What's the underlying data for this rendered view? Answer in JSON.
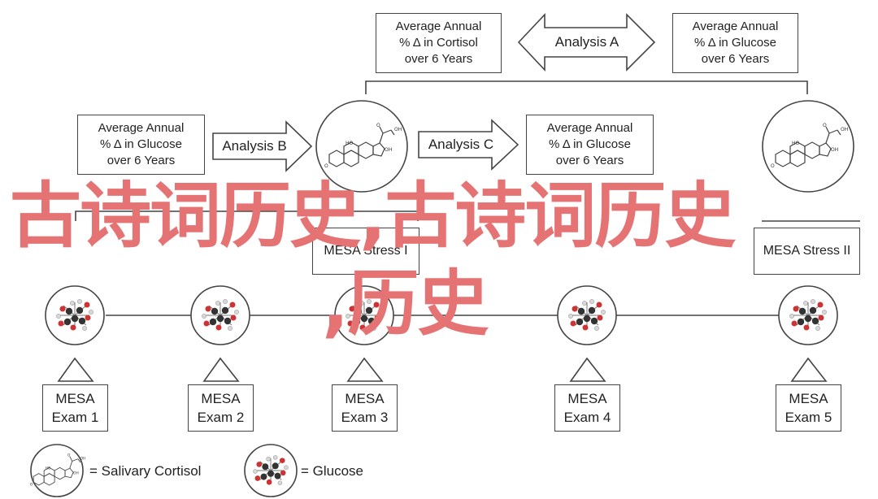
{
  "boxes": {
    "top_cortisol": [
      "Average Annual",
      "% Δ in Cortisol",
      "over 6 Years"
    ],
    "top_glucose": [
      "Average Annual",
      "% Δ in Glucose",
      "over 6 Years"
    ],
    "left_glucose": [
      "Average Annual",
      "% Δ in Glucose",
      "over 6 Years"
    ],
    "mid_glucose": [
      "Average Annual",
      "% Δ in Glucose",
      "over 6 Years"
    ]
  },
  "arrows": {
    "analysis_a": "Analysis A",
    "analysis_b": "Analysis B",
    "analysis_c": "Analysis C"
  },
  "stress": {
    "one": "MESA Stress I",
    "two": "MESA Stress II"
  },
  "exams": [
    {
      "line1": "MESA",
      "line2": "Exam 1"
    },
    {
      "line1": "MESA",
      "line2": "Exam 2"
    },
    {
      "line1": "MESA",
      "line2": "Exam 3"
    },
    {
      "line1": "MESA",
      "line2": "Exam 4"
    },
    {
      "line1": "MESA",
      "line2": "Exam 5"
    }
  ],
  "legend": {
    "cortisol": "= Salivary Cortisol",
    "glucose": "= Glucose"
  },
  "watermark": {
    "line1": "古诗词历史,古诗词历史",
    "line2": ",历史"
  },
  "colors": {
    "line": "#444444",
    "watermark": "#e57373"
  }
}
